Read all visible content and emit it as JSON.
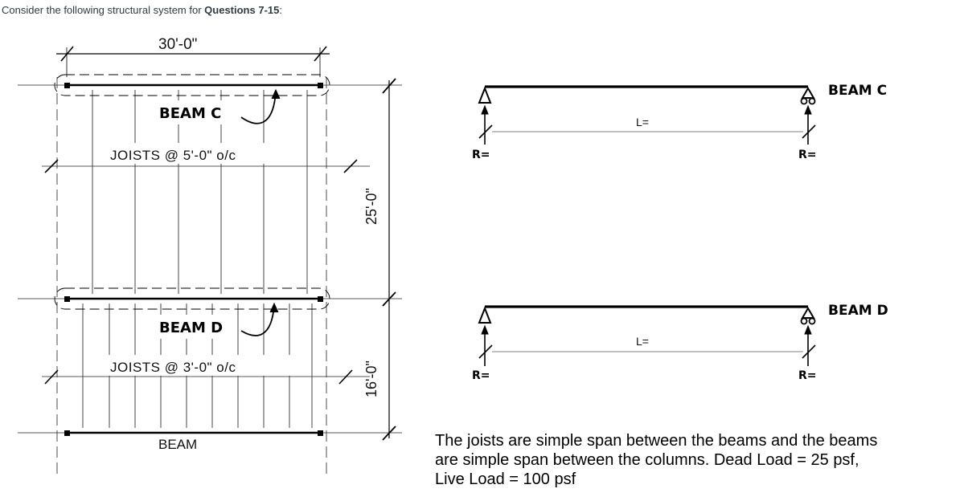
{
  "intro": {
    "prefix": "Consider the following structural system for ",
    "bold": "Questions 7-15",
    "suffix": ":"
  },
  "plan": {
    "width_dim": "30'-0\"",
    "dim_upper": "25'-0\"",
    "dim_lower": "16'-0\"",
    "beam_c_label": "BEAM C",
    "beam_d_label": "BEAM D",
    "joists_upper": "JOISTS @ 5'-0\" o/c",
    "joists_lower": "JOISTS @ 3'-0\" o/c",
    "beam_bottom": "BEAM"
  },
  "beam_c_diagram": {
    "title": "BEAM C",
    "length": "L=",
    "reaction_left": "R=",
    "reaction_right": "R="
  },
  "beam_d_diagram": {
    "title": "BEAM D",
    "length": "L=",
    "reaction_left": "R=",
    "reaction_right": "R="
  },
  "note": {
    "line1": "The joists are simple span between the beams and the beams",
    "line2": "are simple span between the columns.  Dead Load = 25 psf,",
    "line3": "Live Load = 100 psf"
  }
}
